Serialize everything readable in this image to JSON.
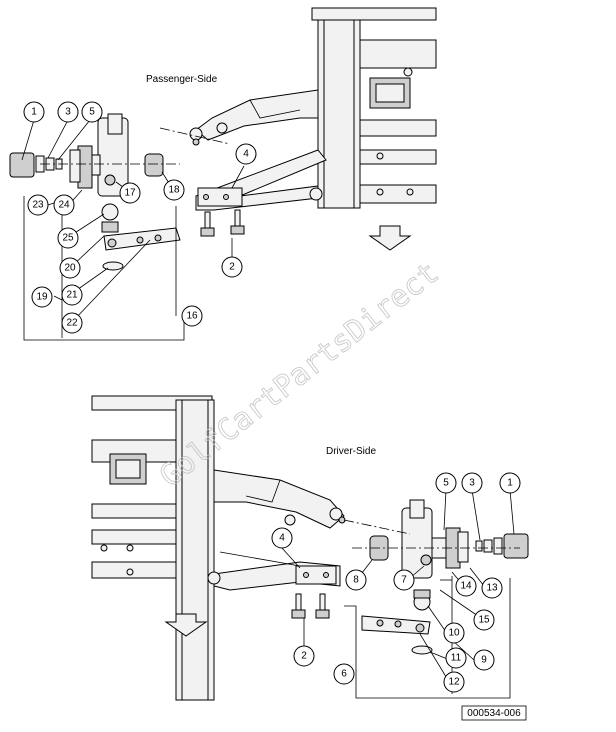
{
  "labels": {
    "passenger_side": "Passenger-Side",
    "driver_side": "Driver-Side",
    "figure_id": "000534-006",
    "watermark": "GolfCartPartsDirect"
  },
  "callouts_top": [
    "1",
    "3",
    "5",
    "4",
    "17",
    "18",
    "23",
    "24",
    "25",
    "20",
    "21",
    "19",
    "22",
    "2",
    "16"
  ],
  "callouts_bottom": [
    "5",
    "3",
    "1",
    "4",
    "7",
    "8",
    "14",
    "13",
    "15",
    "10",
    "11",
    "9",
    "12",
    "2",
    "6"
  ]
}
